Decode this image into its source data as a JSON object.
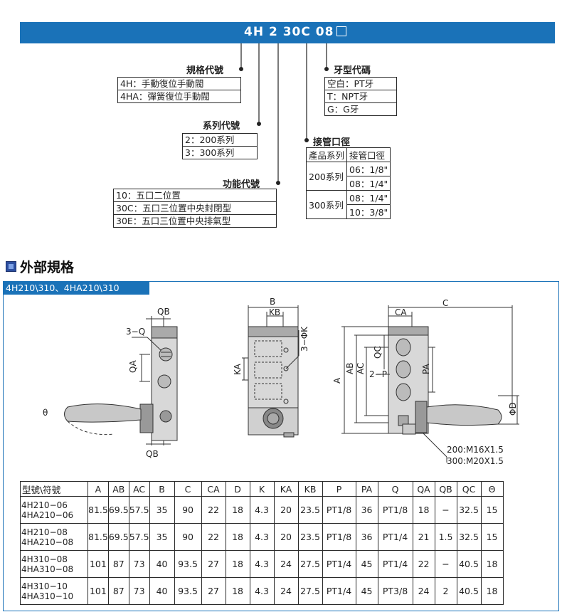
{
  "model_code": {
    "text": "4H 2 30C 08"
  },
  "spec_code": {
    "title": "規格代號",
    "items": [
      "4H：手動復位手動閥",
      "4HA：彈簧復位手動閥"
    ]
  },
  "series_code": {
    "title": "系列代號",
    "items": [
      "2：200系列",
      "3：300系列"
    ]
  },
  "function_code": {
    "title": "功能代號",
    "items": [
      "10：五口二位置",
      "30C：五口三位置中央封閉型",
      "30E：五口三位置中央排氣型"
    ]
  },
  "thread_code": {
    "title": "牙型代碼",
    "items": [
      "空白：PT牙",
      "T：NPT牙",
      "G：G牙"
    ]
  },
  "pipe_code": {
    "title": "接管口徑",
    "headers": [
      "產品系列",
      "接管口徑"
    ],
    "groups": [
      {
        "series": "200系列",
        "sizes": [
          "06：1/8\"",
          "08：1/4\""
        ]
      },
      {
        "series": "300系列",
        "sizes": [
          "08：1/4\"",
          "10：3/8\""
        ]
      }
    ]
  },
  "section": {
    "title": "外部規格",
    "tab": "4H210\\310、4HA210\\310"
  },
  "drawing_labels": {
    "QB": "QB",
    "Q3": "3−Q",
    "QA": "QA",
    "theta": "θ",
    "B": "B",
    "KB": "KB",
    "KA": "KA",
    "K3": "3−ΦK",
    "C": "C",
    "CA": "CA",
    "A": "A",
    "AB": "AB",
    "AC": "AC",
    "QC": "QC",
    "P2": "2−P",
    "PA": "PA",
    "D": "ΦD",
    "note1": "200:M16X1.5",
    "note2": "300:M20X1.5"
  },
  "spec_table": {
    "header_model": "型號\\符號",
    "columns": [
      "A",
      "AB",
      "AC",
      "B",
      "C",
      "CA",
      "D",
      "K",
      "KA",
      "KB",
      "P",
      "PA",
      "Q",
      "QA",
      "QB",
      "QC",
      "Θ"
    ],
    "rows": [
      {
        "models": [
          "4H210−06",
          "4HA210−06"
        ],
        "values": [
          "81.5",
          "69.5",
          "57.5",
          "35",
          "90",
          "22",
          "18",
          "4.3",
          "20",
          "23.5",
          "PT1/8",
          "36",
          "PT1/8",
          "18",
          "−",
          "32.5",
          "15"
        ]
      },
      {
        "models": [
          "4H210−08",
          "4HA210−08"
        ],
        "values": [
          "81.5",
          "69.5",
          "57.5",
          "35",
          "90",
          "22",
          "18",
          "4.3",
          "20",
          "23.5",
          "PT1/8",
          "36",
          "PT1/4",
          "21",
          "1.5",
          "32.5",
          "15"
        ]
      },
      {
        "models": [
          "4H310−08",
          "4HA310−08"
        ],
        "values": [
          "101",
          "87",
          "73",
          "40",
          "93.5",
          "27",
          "18",
          "4.3",
          "24",
          "27.5",
          "PT1/4",
          "45",
          "PT1/4",
          "22",
          "−",
          "40.5",
          "18"
        ]
      },
      {
        "models": [
          "4H310−10",
          "4HA310−10"
        ],
        "values": [
          "101",
          "87",
          "73",
          "40",
          "93.5",
          "27",
          "18",
          "4.3",
          "24",
          "27.5",
          "PT1/4",
          "45",
          "PT3/8",
          "24",
          "2",
          "40.5",
          "18"
        ]
      }
    ]
  }
}
